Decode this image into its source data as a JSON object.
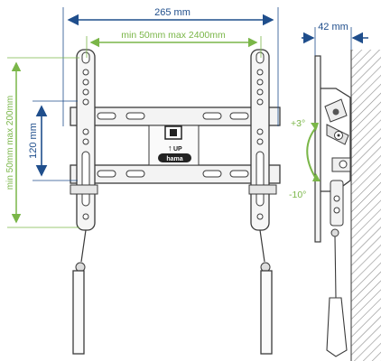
{
  "dimensions": {
    "width": "265 mm",
    "depth": "42 mm",
    "hole_spacing": "120 mm",
    "horizontal_range": "min 50mm max 2400mm",
    "vertical_range": "min 50mm max 200mm"
  },
  "tilt": {
    "up": "+3°",
    "down": "-10°"
  },
  "bracket": {
    "up_label": "UP",
    "brand": "hama"
  },
  "colors": {
    "blue": "#1f4e8c",
    "green": "#7ab648",
    "steel": "#4a4a4a"
  }
}
